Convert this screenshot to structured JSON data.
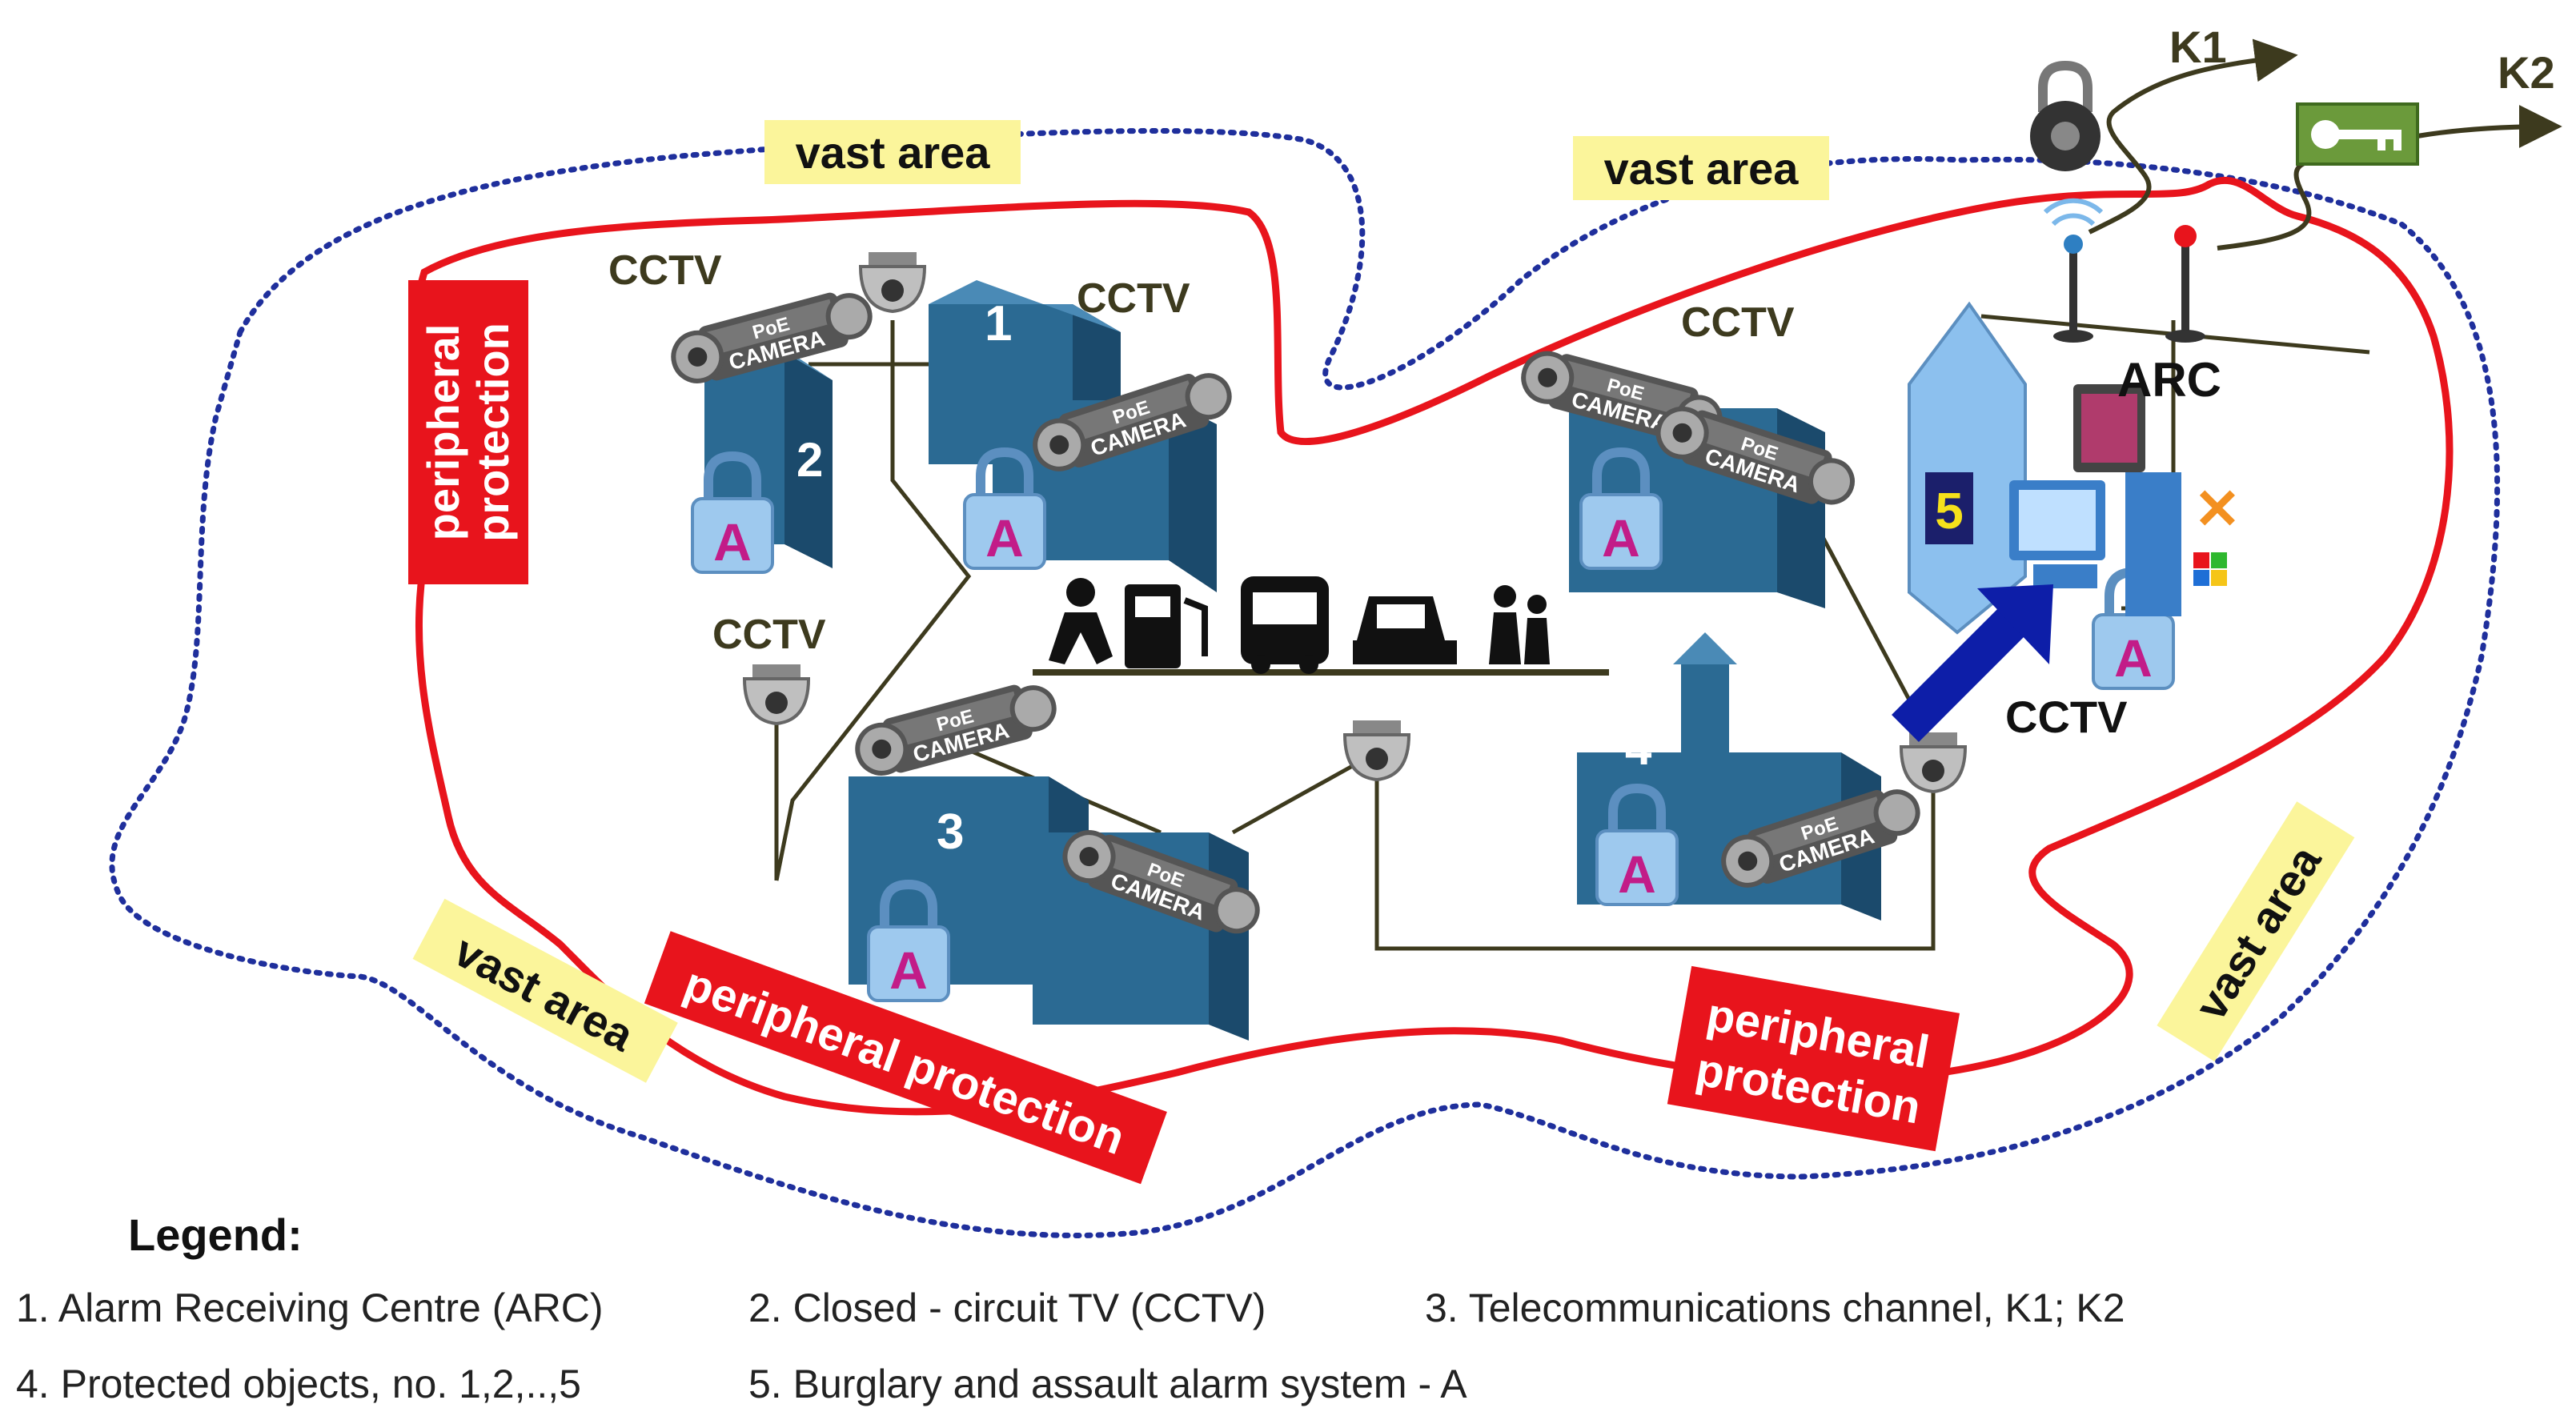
{
  "labels": {
    "vast_area": "vast area",
    "peripheral": "peripheral",
    "protection": "protection",
    "peripheral_protection": "peripheral protection",
    "cctv": "CCTV",
    "arc": "ARC",
    "k1": "K1",
    "k2": "K2",
    "camera": "CAMERA",
    "poe": "PoE",
    "alarm_letter": "A",
    "obj1": "1",
    "obj2": "2",
    "obj3": "3",
    "obj4": "4",
    "obj5": "5"
  },
  "legend": {
    "title": "Legend:",
    "items": [
      "1. Alarm Receiving Centre  (ARC)",
      "2. Closed - circuit TV (CCTV)",
      "3. Telecommunications channel, K1; K2",
      "4. Protected objects, no. 1,2,..,5",
      "5. Burglary and assault alarm system - A"
    ]
  },
  "colors": {
    "vast_area_line": "#1f2f9c",
    "perimeter_line": "#e8141c",
    "label_yellow": "#fbf59b",
    "label_red": "#e8141c",
    "building": "#2b6a93",
    "building_dark": "#1b4a6c",
    "lock": "#9ec9ee",
    "alarm_a": "#c21c88",
    "firewall": "#8cc0ee",
    "arrow_blue": "#0d1ea8",
    "key_green": "#6b9a3b",
    "wire": "#3d3a1e"
  }
}
